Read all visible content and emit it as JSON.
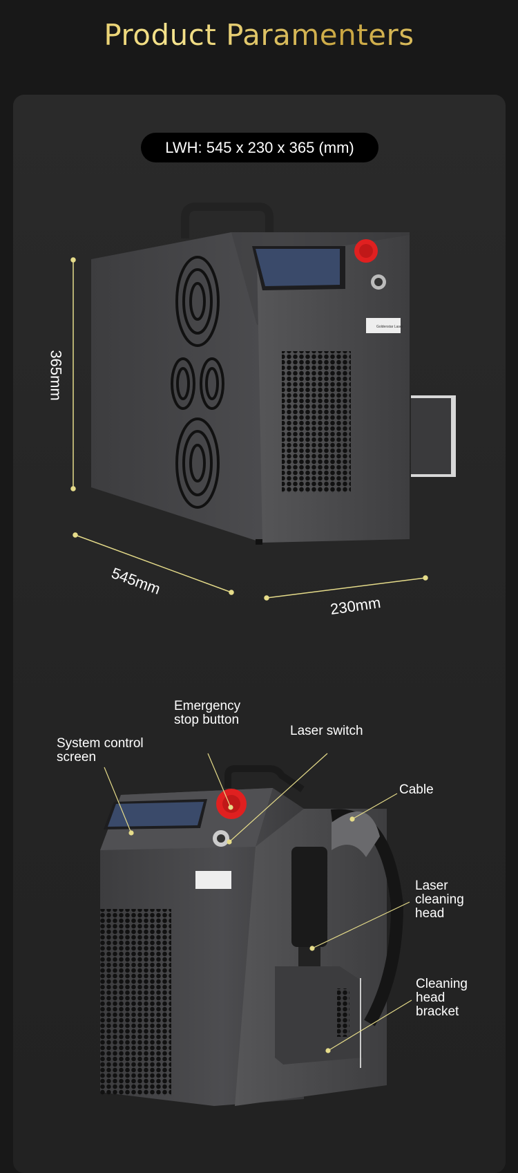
{
  "header": {
    "title": "Product Paramenters"
  },
  "dimensions": {
    "lwh_label": "LWH: 545 x 230 x 365 (mm)",
    "height_label": "365mm",
    "length_label": "545mm",
    "width_label": "230mm"
  },
  "brand_plate": "Goldenstar Laser",
  "callouts": {
    "emergency_stop": [
      "Emergency",
      "stop button"
    ],
    "control_screen": [
      "System control",
      "screen"
    ],
    "laser_switch": "Laser switch",
    "cable": "Cable",
    "cleaning_head": [
      "Laser",
      "cleaning",
      "head"
    ],
    "head_bracket": [
      "Cleaning",
      "head",
      "bracket"
    ]
  },
  "colors": {
    "gold": "#e8cf6e",
    "accent_line": "#e6dc8a",
    "body": "#4a4a4c",
    "estop": "#e02020"
  }
}
